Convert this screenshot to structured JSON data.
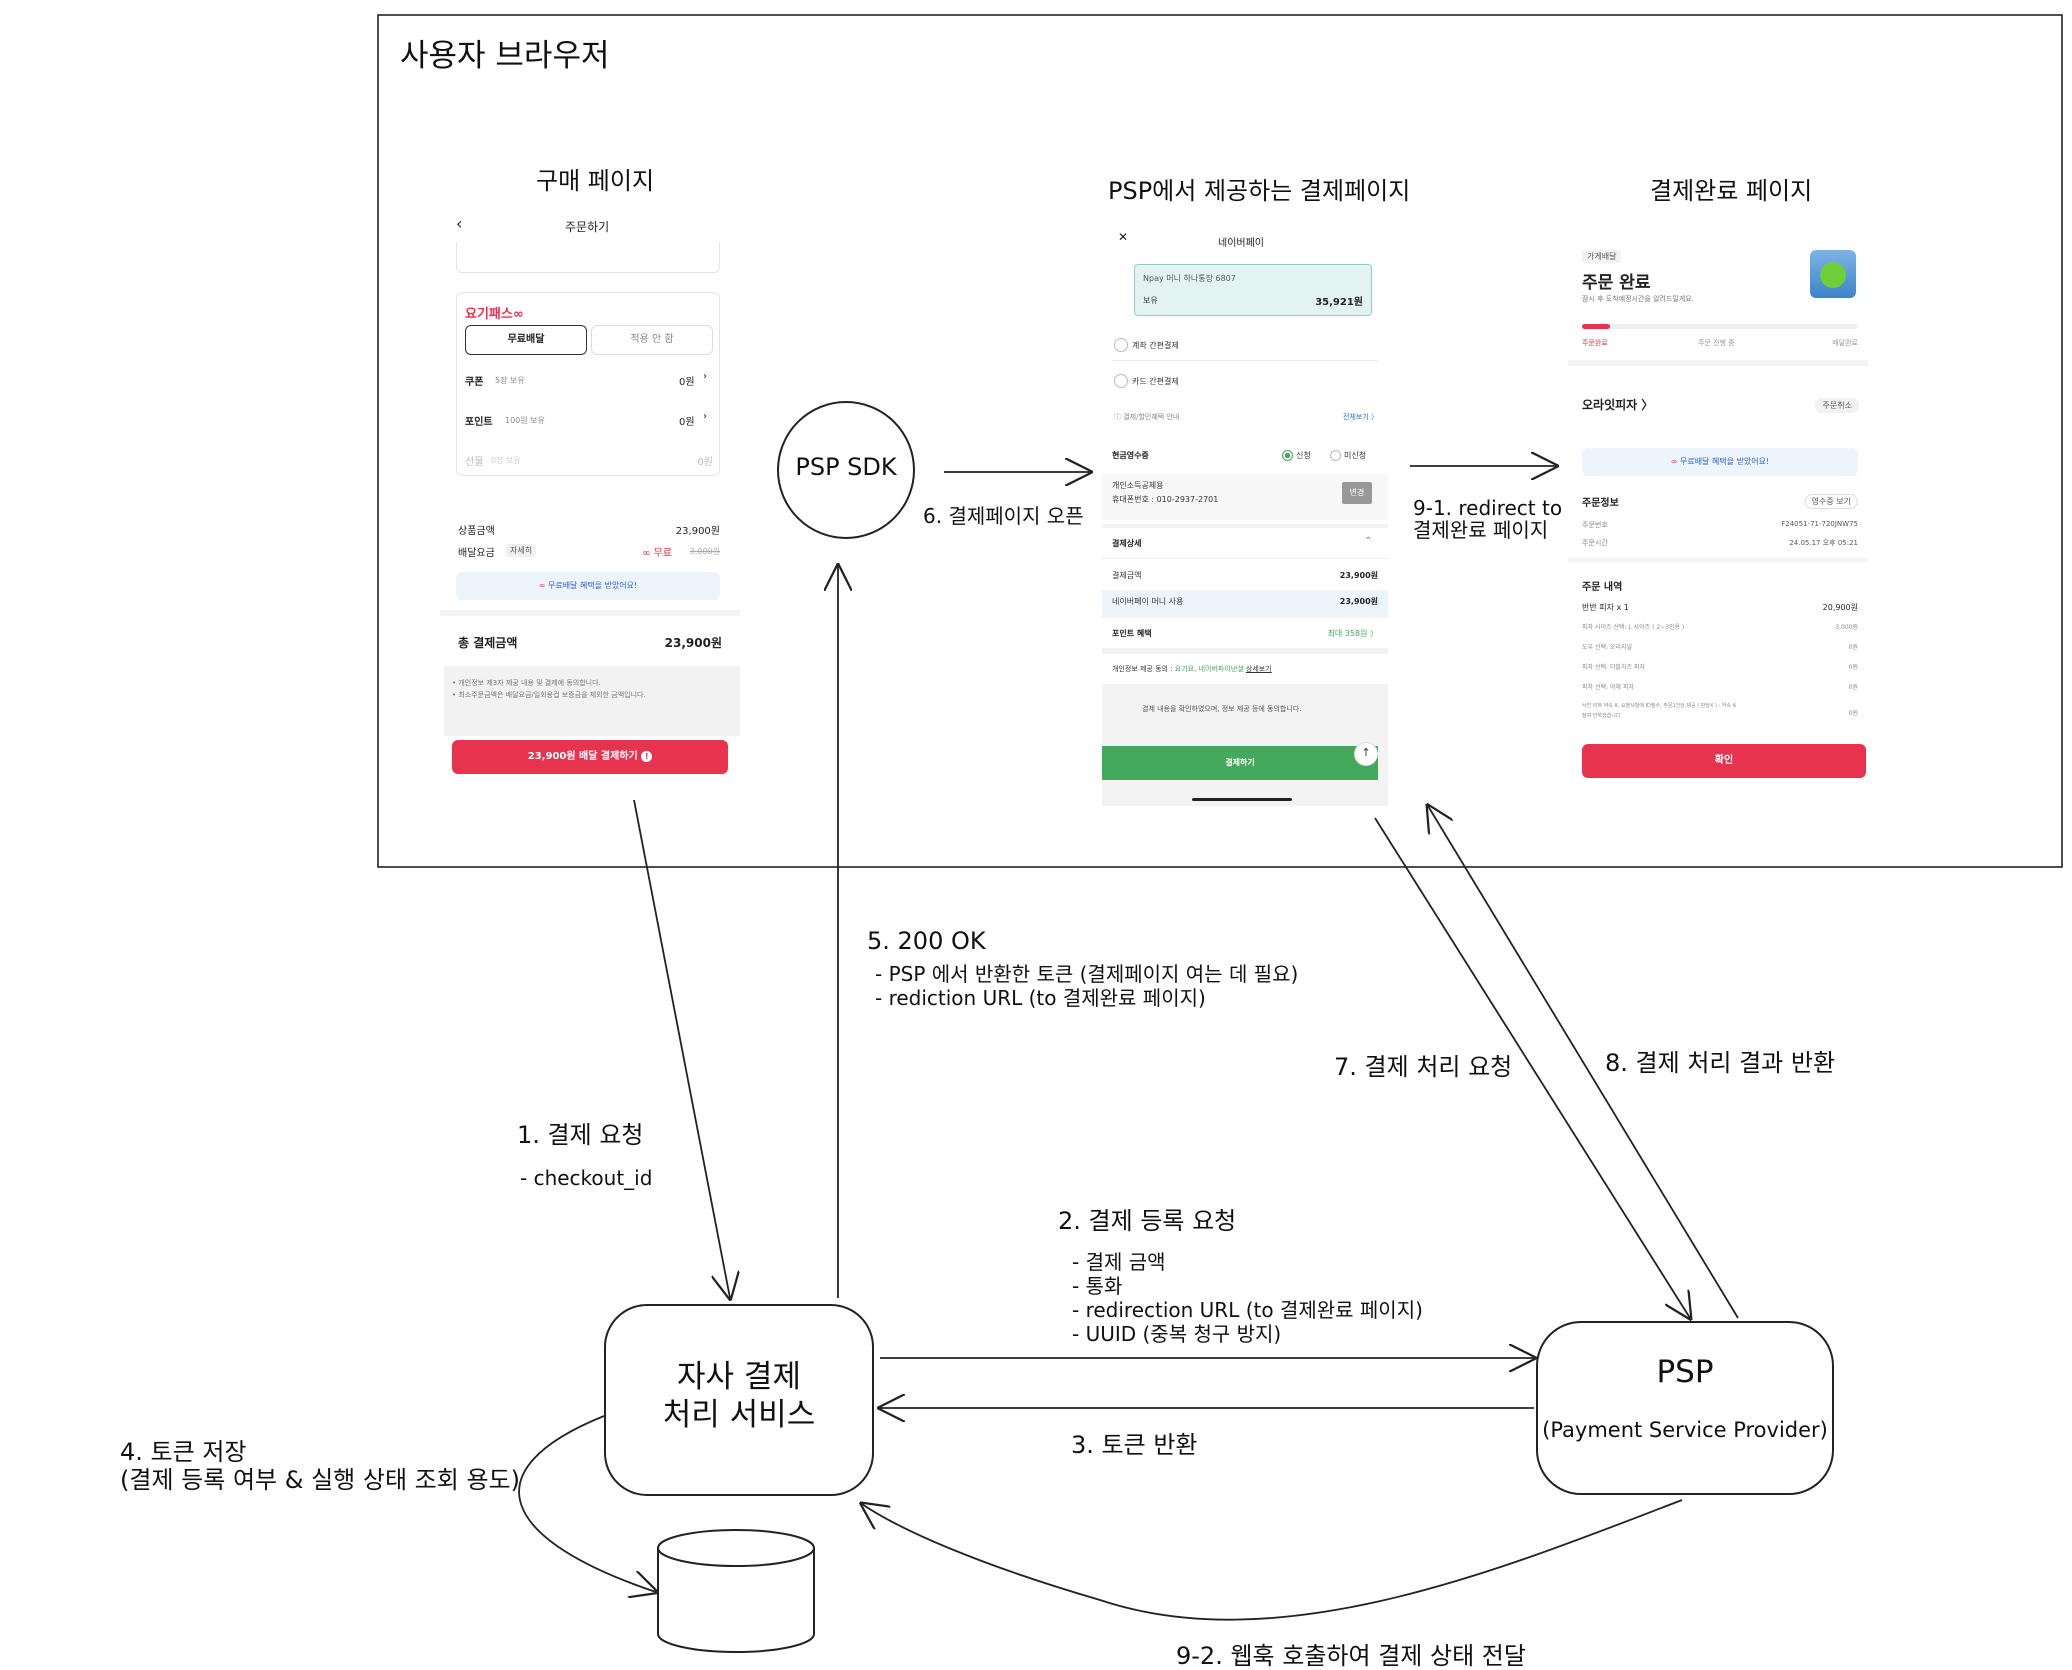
{
  "browser": {
    "title": "사용자 브라우저",
    "purchase_page_label": "구매 페이지",
    "psp_page_label": "PSP에서 제공하는 결제페이지",
    "complete_page_label": "결제완료 페이지"
  },
  "nodes": {
    "psp_sdk": "PSP SDK",
    "service_line1": "자사 결제",
    "service_line2": "처리 서비스",
    "psp_title": "PSP",
    "psp_subtitle": "(Payment Service Provider)"
  },
  "steps": {
    "s1": {
      "title": "1. 결제 요청",
      "detail": "- checkout_id"
    },
    "s2": {
      "title": "2. 결제 등록 요청",
      "d1": "- 결제 금액",
      "d2": "- 통화",
      "d3": "- redirection URL (to 결제완료 페이지)",
      "d4": "- UUID (중복 청구 방지)"
    },
    "s3": {
      "title": "3. 토큰 반환"
    },
    "s4": {
      "line1": "4. 토큰 저장",
      "line2": "(결제 등록 여부 & 실행 상태 조회 용도)"
    },
    "s5": {
      "title": "5. 200 OK",
      "d1": "- PSP 에서 반환한 토큰 (결제페이지 여는 데 필요)",
      "d2": "- rediction URL (to 결제완료 페이지)"
    },
    "s6": {
      "title": "6. 결제페이지 오픈"
    },
    "s7": {
      "title": "7. 결제 처리 요청"
    },
    "s8": {
      "title": "8. 결제 처리 결과 반환"
    },
    "s91": {
      "line1": "9-1. redirect to",
      "line2": "결제완료 페이지"
    },
    "s92": {
      "title": "9-2. 웹훅 호출하여 결제 상태 전달"
    }
  },
  "purchase_screen": {
    "header": "주문하기",
    "brand": "요기패스",
    "brand_mark": "∞",
    "tab_free": "무료배달",
    "tab_none": "적용 안 함",
    "rows": [
      {
        "label": "쿠폰",
        "sub": "5장 보유",
        "value": "0원"
      },
      {
        "label": "포인트",
        "sub": "100원 보유",
        "value": "0원"
      },
      {
        "label": "선물",
        "sub": "0장 보유",
        "value": "0원"
      }
    ],
    "product_amount_label": "상품금액",
    "product_amount": "23,900원",
    "delivery_label": "배달요금",
    "delivery_detail": "자세히",
    "delivery_free": "무료",
    "delivery_old": "3,000원",
    "benefit_banner": "무료배달 혜택을 받았어요!",
    "total_label": "총 결제금액",
    "total_value": "23,900원",
    "notice1": "• 개인정보 제3자 제공 내용 및 결제에 동의합니다.",
    "notice2": "• 최소주문금액은 배달요금/일회용컵 보증금을 제외한 금액입니다.",
    "pay_button": "23,900원 배달 결제하기"
  },
  "psp_screen": {
    "header": "네이버페이",
    "close_glyph": "✕",
    "account": "Npay 머니 하나통장 6807",
    "balance_label": "보유",
    "balance": "35,921원",
    "opt1": "계좌 간편결제",
    "opt2": "카드 간편결제",
    "discount_info": "ⓘ 결제/할인혜택 안내",
    "view_all": "전체보기 〉",
    "receipt_label": "현금영수증",
    "receipt_apply": "신청",
    "receipt_none": "미신청",
    "receipt_type": "개인소득공제용",
    "receipt_phone": "휴대폰번호 : 010-2937-2701",
    "receipt_change": "변경",
    "detail_label": "결제상세",
    "amount_label": "결제금액",
    "amount_value": "23,900원",
    "money_label": "네이버페이 머니 사용",
    "money_value": "23,900원",
    "points_label": "포인트 혜택",
    "points_value": "최대 358원 〉",
    "privacy_label": "개인정보 제공 동의 :",
    "privacy_parties": "요기요, 네이버파이낸셜",
    "privacy_link": "상세보기",
    "agree_text": "결제 내용을 확인하였으며, 정보 제공 등에 동의합니다.",
    "pay_button": "결제하기"
  },
  "complete_screen": {
    "badge": "가게배달",
    "title": "주문 완료",
    "subtitle": "잠시 후 도착예정시간을 알려드릴게요.",
    "progress_steps": [
      "주문완료",
      "주문 진행 중",
      "배달완료"
    ],
    "progress_fraction": 0.1,
    "store": "오라잇피자 〉",
    "cancel": "주문취소",
    "benefit_banner": "무료배달 혜택을 받았어요!",
    "order_info_label": "주문정보",
    "receipt_btn": "영수증 보기",
    "order_no_label": "주문번호",
    "order_no": "F24051-71-720JNW75",
    "order_time_label": "주문시간",
    "order_time": "24.05.17 오후 05:21",
    "order_detail_label": "주문 내역",
    "items": [
      {
        "name": "반반 피자 x 1",
        "price": "20,900원"
      },
      {
        "name": "피자 사이즈 선택: L 사이즈 ( 2~3인용 )",
        "price": "3,000원"
      },
      {
        "name": "도우 선택: 오리지널",
        "price": "0원"
      },
      {
        "name": "피자 선택: 더블치즈 피자",
        "price": "0원"
      },
      {
        "name": "피자 선택: 야채 피자",
        "price": "0원"
      },
      {
        "name": "사진 리뷰 약속 A, 요청사항에 ID필수, 주문1건당 제공 ( 판당X ) : 약속 A",
        "price": "0원"
      }
    ],
    "item_note": "참여 안하겠습니다",
    "confirm_button": "확인"
  },
  "colors": {
    "accent_red": "#e8334f",
    "naver_green": "#44a85d",
    "stroke": "#222222"
  }
}
